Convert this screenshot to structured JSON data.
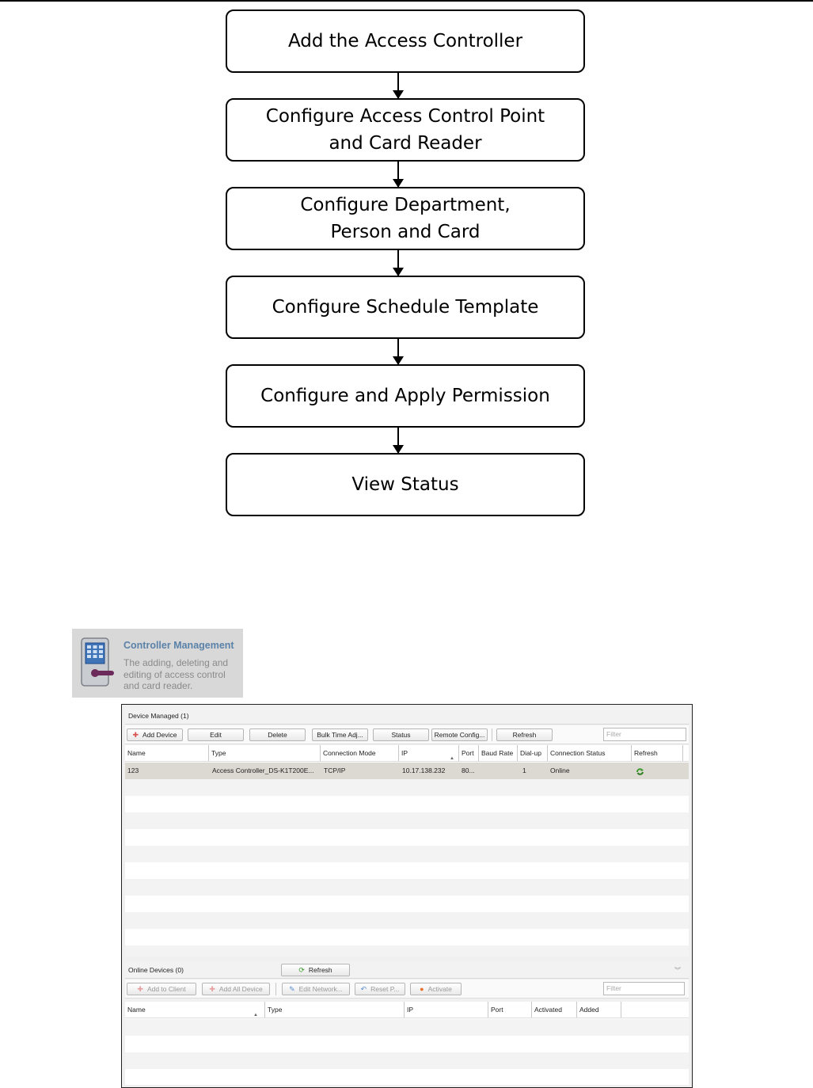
{
  "flowchart": {
    "steps": [
      "Add the Access Controller",
      "Configure Access Control Point\nand Card Reader",
      "Configure Department,\nPerson and Card",
      "Configure Schedule Template",
      "Configure and Apply Permission",
      "View Status"
    ]
  },
  "tile": {
    "title": "Controller Management",
    "description": "The adding, deleting and editing of access control and card reader.",
    "icon": "access-control-lock-icon"
  },
  "device_managed": {
    "title": "Device Managed (1)",
    "buttons": {
      "add": "Add Device",
      "edit": "Edit",
      "delete": "Delete",
      "bulk_time": "Bulk Time Adj...",
      "status": "Status",
      "remote_config": "Remote Config...",
      "refresh": "Refresh"
    },
    "filter_placeholder": "Filter",
    "columns": [
      "Name",
      "Type",
      "Connection Mode",
      "IP",
      "Port",
      "Baud Rate",
      "Dial-up",
      "Connection Status",
      "Refresh"
    ],
    "rows": [
      {
        "name": "123",
        "type": "Access Controller_DS-K1T200E...",
        "connection_mode": "TCP/IP",
        "ip": "10.17.138.232",
        "port": "80...",
        "baud_rate": "",
        "dial_up": "1",
        "connection_status": "Online",
        "refresh_icon": "refresh-icon"
      }
    ]
  },
  "online_devices": {
    "title": "Online Devices (0)",
    "refresh_label": "Refresh",
    "buttons": {
      "add_to_client": "Add to Client",
      "add_all": "Add All Device",
      "edit_network": "Edit Network...",
      "reset": "Reset P...",
      "activate": "Activate"
    },
    "filter_placeholder": "Filter",
    "columns": [
      "Name",
      "Type",
      "IP",
      "Port",
      "Activated",
      "Added"
    ]
  },
  "colors": {
    "selected_row": "#dcd8d2",
    "tile_title": "#5b82a8",
    "refresh_green": "#3c9a2e"
  }
}
